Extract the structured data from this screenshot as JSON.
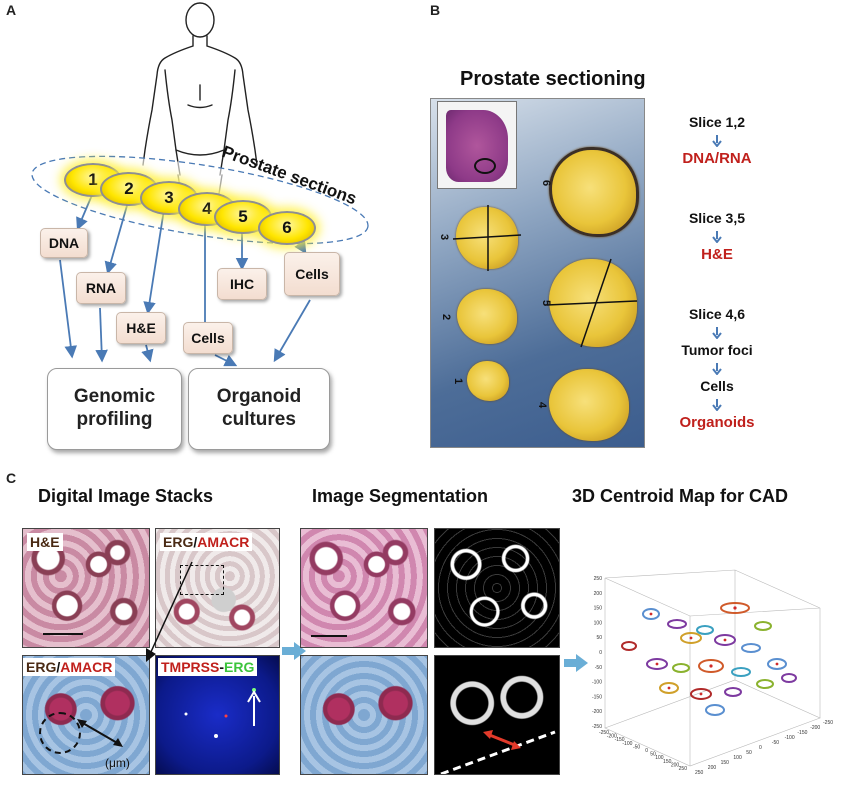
{
  "panel_labels": {
    "a": "A",
    "b": "B",
    "c": "C"
  },
  "panel_a": {
    "arc_label": "Prostate sections",
    "sections": [
      "1",
      "2",
      "3",
      "4",
      "5",
      "6"
    ],
    "boxes": {
      "dna": "DNA",
      "rna": "RNA",
      "he": "H&E",
      "cells_left": "Cells",
      "ihc": "IHC",
      "cells_right": "Cells"
    },
    "outputs": {
      "genomic": "Genomic profiling",
      "organoid": "Organoid cultures"
    },
    "colors": {
      "arrow": "#4a7ab5",
      "coin": "#ffe600",
      "dashed_ellipse": "#4a7ab5"
    }
  },
  "panel_b": {
    "title": "Prostate sectioning",
    "slab_labels": [
      "6",
      "3",
      "5",
      "2",
      "1",
      "4"
    ],
    "flow_1": {
      "input": "Slice 1,2",
      "output": "DNA/RNA"
    },
    "flow_2": {
      "input": "Slice 3,5",
      "output": "H&E"
    },
    "flow_3": {
      "input": "Slice 4,6",
      "steps": [
        "Tumor foci",
        "Cells"
      ],
      "output": "Organoids"
    },
    "colors": {
      "output": "#c0201c"
    }
  },
  "panel_c": {
    "titles": {
      "stacks": "Digital Image Stacks",
      "segmentation": "Image Segmentation",
      "cad": "3D Centroid Map for CAD"
    },
    "labels": {
      "he": "H&E",
      "erg_top_a": "ERG",
      "slash_top": "/",
      "amacr_top": "AMACR",
      "erg_bottom": "ERG",
      "slash_bottom": "/",
      "amacr_bottom": "AMACR",
      "tmprss": "TMPRSS",
      "dash": "-",
      "erg_green": "ERG",
      "unit": "(μm)"
    },
    "cad_ticks": {
      "z": [
        "250",
        "200",
        "150",
        "100",
        "50",
        "0",
        "-50",
        "-100",
        "-150",
        "-200",
        "-250"
      ],
      "x": [
        "-250",
        "-200",
        "-150",
        "-100",
        "-50",
        "0",
        "50",
        "100",
        "150",
        "200",
        "250"
      ],
      "y": [
        "250",
        "200",
        "150",
        "100",
        "50",
        "0",
        "-50",
        "-100",
        "-150",
        "-200",
        "-250"
      ]
    },
    "colors": {
      "arrow": "#6aaed6"
    }
  }
}
